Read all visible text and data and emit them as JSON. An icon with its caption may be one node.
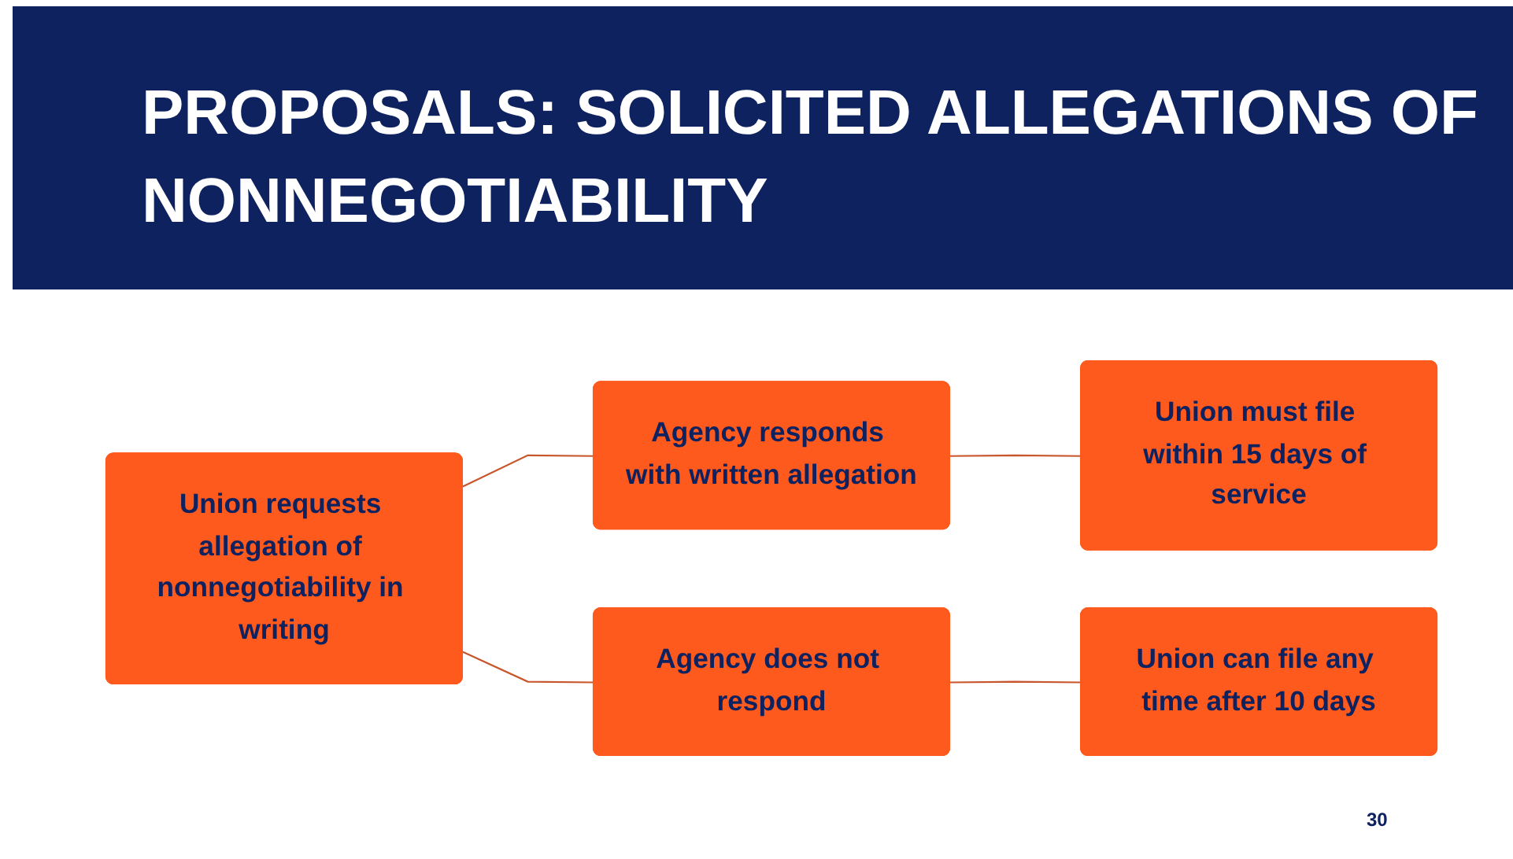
{
  "diagram": {
    "title": "PROPOSALS:  SOLICITED ALLEGATIONS OF NONNEGOTIABILITY",
    "nodes": [
      {
        "text": [
          "Union requests allegation of nonnegotiability in writing"
        ]
      },
      {
        "text": [
          "Agency responds with written allegation"
        ]
      },
      {
        "text": [
          "Agency does not respond"
        ]
      },
      {
        "text": [
          "Union must file within 15 days of service"
        ]
      },
      {
        "text": [
          "Union can file any time after 10 days"
        ]
      }
    ],
    "edges": [
      {
        "from": 0,
        "to": 1,
        "arrow": "none"
      },
      {
        "from": 0,
        "to": 2,
        "arrow": "none"
      },
      {
        "from": 1,
        "to": 3,
        "arrow": "none"
      },
      {
        "from": 2,
        "to": 4,
        "arrow": "none"
      }
    ],
    "labels": [
      "30"
    ]
  }
}
